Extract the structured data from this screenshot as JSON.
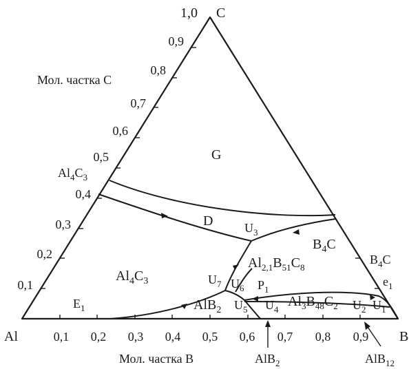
{
  "vertices": {
    "al": "Al",
    "b": "B",
    "c": "C",
    "c_value": "1,0"
  },
  "axes": {
    "c_axis_label": "Мол. частка C",
    "b_axis_label": "Мол. частка B",
    "c_ticks": [
      "0,1",
      "0,2",
      "0,3",
      "0,4",
      "0,5",
      "0,6",
      "0,7",
      "0,8",
      "0,9"
    ],
    "b_ticks": [
      "0,1",
      "0,2",
      "0,3",
      "0,4",
      "0,5",
      "0,6",
      "0,7",
      "0,8",
      "0,9"
    ]
  },
  "compounds": {
    "al4c3_edge_base": "Al",
    "al4c3_edge_sub1": "4",
    "al4c3_edge_mid": "C",
    "al4c3_edge_sub2": "3",
    "b4c_edge_base": "B",
    "b4c_edge_sub": "4",
    "b4c_edge_mid": "C",
    "alb2_base": "AlB",
    "alb2_sub": "2",
    "alb12_base": "AlB",
    "alb12_sub": "12"
  },
  "regions": {
    "g": "G",
    "d": "D",
    "al4c3_base": "Al",
    "al4c3_sub1": "4",
    "al4c3_mid": "C",
    "al4c3_sub2": "3",
    "b4c_base": "B",
    "b4c_sub": "4",
    "b4c_mid": "C",
    "ternary_a_base": "Al",
    "ternary_a_sub1": "2,1",
    "ternary_a_mid1": "B",
    "ternary_a_sub2": "51",
    "ternary_a_mid2": "C",
    "ternary_a_sub3": "8",
    "alb2_base": "AlB",
    "alb2_sub": "2",
    "ternary_b_base": "Al",
    "ternary_b_sub1": "3",
    "ternary_b_mid1": "B",
    "ternary_b_sub2": "48",
    "ternary_b_mid2": "C",
    "ternary_b_sub3": "2"
  },
  "points": {
    "u1_base": "U",
    "u1_sub": "1",
    "u2_base": "U",
    "u2_sub": "2",
    "u3_base": "U",
    "u3_sub": "3",
    "u4_base": "U",
    "u4_sub": "4",
    "u5_base": "U",
    "u5_sub": "5",
    "u6_base": "U",
    "u6_sub": "6",
    "u7_base": "U",
    "u7_sub": "7",
    "p1_base": "P",
    "p1_sub": "1",
    "e1_base": "E",
    "e1_sub": "1",
    "e1b_base": "e",
    "e1b_sub": "1"
  }
}
